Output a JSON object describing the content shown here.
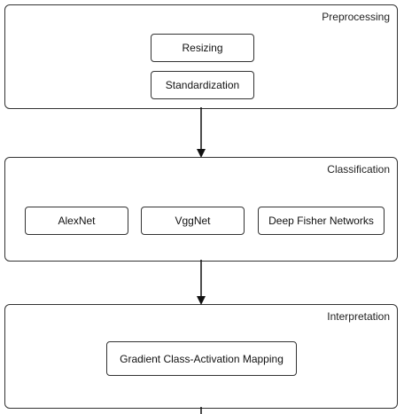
{
  "diagram": {
    "panels": [
      {
        "title": "Preprocessing",
        "boxes": [
          "Resizing",
          "Standardization"
        ]
      },
      {
        "title": "Classification",
        "boxes": [
          "AlexNet",
          "VggNet",
          "Deep Fisher Networks"
        ]
      },
      {
        "title": "Interpretation",
        "boxes": [
          "Gradient Class-Activation Mapping"
        ]
      }
    ],
    "line_color": "#333333"
  }
}
